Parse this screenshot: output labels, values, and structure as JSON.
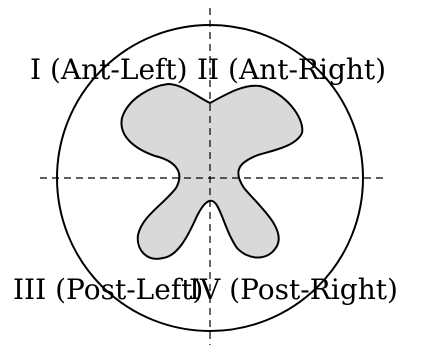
{
  "quadrants": {
    "top_left": "I (Ant-Left)",
    "top_right": "II (Ant-Right)",
    "bottom_left": "III (Post-Left)",
    "bottom_right": "IV (Post-Right)"
  },
  "colors": {
    "stroke": "#000000",
    "shape_fill": "#d9d9d9",
    "background": "#ffffff"
  }
}
